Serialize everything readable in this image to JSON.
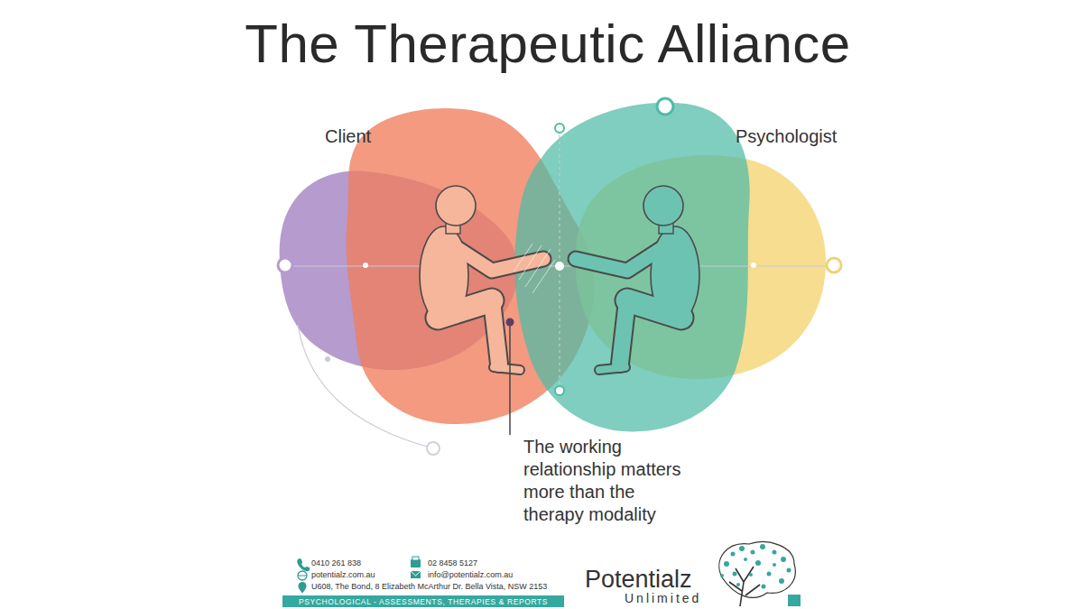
{
  "diagram": {
    "title": "The Therapeutic Alliance",
    "nodes": [
      {
        "text": [
          "PSYCHOLOGICAL - ASSESSMENTS, THERAPIES & REPORTS"
        ]
      }
    ],
    "labels": [
      "Client",
      "Psychologist",
      "The working relationship matters more than the therapy modality",
      "0410 261 838",
      "02 8458 5127",
      "potentialz.com.au",
      "info@potentialz.com.au",
      "U608, The Bond, 8 Elizabeth McArthur Dr. Bella Vista, NSW 2153",
      "Potentialz",
      "Unlimited"
    ]
  }
}
